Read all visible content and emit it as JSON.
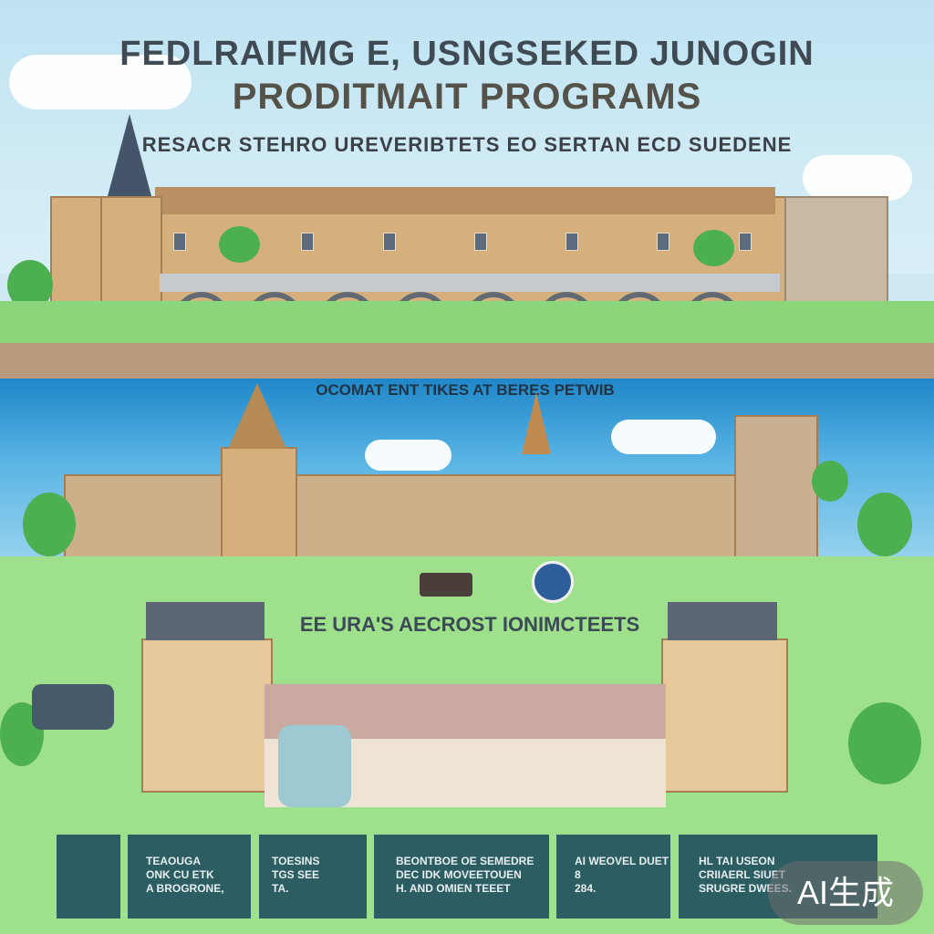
{
  "header": {
    "line1": "FEDLRAIFMG E, USNGSEKED JUNOGIN",
    "line2": "PRODITMAIT PROGRAMS",
    "line3": "RESACR STEHRO UREVERIBTETS EO SERTAN ECD SUEDENE"
  },
  "middle": {
    "caption": "OCOMAT ENT TIKES AT BERES PETWIB"
  },
  "lower": {
    "caption": "EE URA'S AECROST IONIMCTEETS"
  },
  "cards": [
    {
      "l1": "TEAOUGA",
      "l2": "ONK CU ETK",
      "l3": "A BROGRONE,"
    },
    {
      "l1": "TOESINS",
      "l2": "TGS SEE",
      "l3": "TA."
    },
    {
      "l1": "BEONTBOE OE SEMEDRE",
      "l2": "DEC IDK MOVEETOUEN",
      "l3": "H. AND OMIEN TEEET"
    },
    {
      "l1": "AI WEOVEL DUET",
      "l2": "8",
      "l3": "284."
    },
    {
      "l1": "HL TAI USEON",
      "l2": "CRIIAERL SIUET",
      "l3": "SRUGRE DWEES."
    }
  ],
  "badge": {
    "label": "AI生成"
  },
  "colors": {
    "sky": "#bfe3f2",
    "blue_band": "#1f87c9",
    "grass": "#9fe08d",
    "card": "#2b5d62",
    "stone": "#d6b07c"
  }
}
